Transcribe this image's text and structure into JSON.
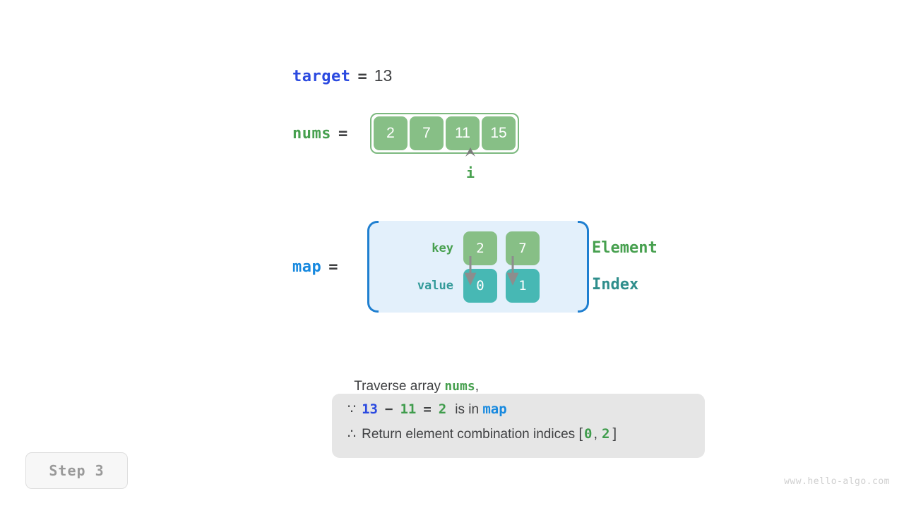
{
  "target": {
    "label": "target",
    "eq": "=",
    "value": "13"
  },
  "nums": {
    "label": "nums",
    "eq": "=",
    "cells": [
      "2",
      "7",
      "11",
      "15"
    ],
    "pointer": {
      "icon": "caret-up-icon",
      "label": "i",
      "index": 2
    }
  },
  "map": {
    "label": "map",
    "eq": "=",
    "row_labels": {
      "key": "key",
      "value": "value"
    },
    "keys": [
      "2",
      "7"
    ],
    "values": [
      "0",
      "1"
    ],
    "side_labels": {
      "element": "Element",
      "index": "Index"
    }
  },
  "caption": {
    "prefix": "Traverse array ",
    "code": "nums",
    "suffix": ","
  },
  "note": {
    "line1": {
      "symbol": "∵",
      "a": "13",
      "op1": "−",
      "b": "11",
      "op2": "=",
      "c": "2",
      "text": "is in ",
      "target": "map"
    },
    "line2": {
      "symbol": "∴",
      "text": "Return element combination indices ",
      "open": "[",
      "i0": "0",
      "comma": ",",
      "i1": "2",
      "close": "]"
    }
  },
  "step_badge": "Step 3",
  "watermark": "www.hello-algo.com",
  "colors": {
    "blue": "#2b4ae0",
    "light_blue": "#1789df",
    "green": "#47a04f",
    "cell_green": "#87bf86",
    "teal": "#47b8b4",
    "map_bg": "#e3f0fb",
    "bracket": "#1f7fd0",
    "note_bg": "#e6e6e6",
    "text": "#3f4042"
  }
}
